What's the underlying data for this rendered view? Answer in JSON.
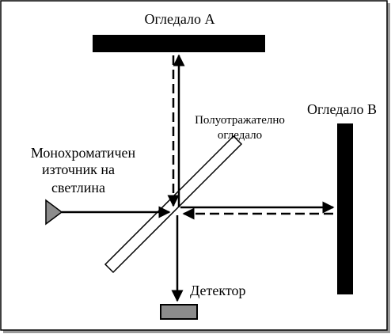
{
  "labels": {
    "mirror_a": "Огледало А",
    "mirror_b": "Огледало В",
    "half_mirror_line1": "Полуотражателно",
    "half_mirror_line2": "огледало",
    "source_line1": "Монохроматичен",
    "source_line2": "източник на",
    "source_line3": "светлина",
    "detector": "Детектор"
  },
  "colors": {
    "mirror": "#000000",
    "source": "#8c8c8c",
    "detector": "#8c8c8c",
    "beam": "#000000",
    "frame": "#000000"
  }
}
